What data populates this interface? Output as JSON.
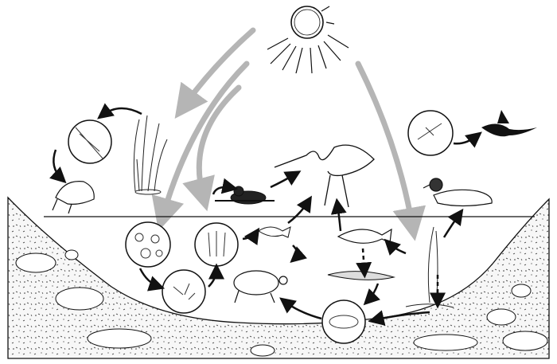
{
  "diagram": {
    "type": "pond-food-web-illustration",
    "colors": {
      "ink": "#111111",
      "sun_arrow": "#b5b5b5",
      "water": "#ffffff",
      "soil": "#f4f4f4"
    },
    "organisms": [
      "sun",
      "reeds",
      "insect-larva",
      "frog",
      "grebe-nest",
      "heron",
      "swallow",
      "mosquito",
      "mallard",
      "plankton",
      "aquatic-insects",
      "insect-larvae",
      "small-fish",
      "carp",
      "turtle",
      "aquatic-plant",
      "detritus",
      "microorganisms",
      "dragonfly-larvae"
    ]
  }
}
